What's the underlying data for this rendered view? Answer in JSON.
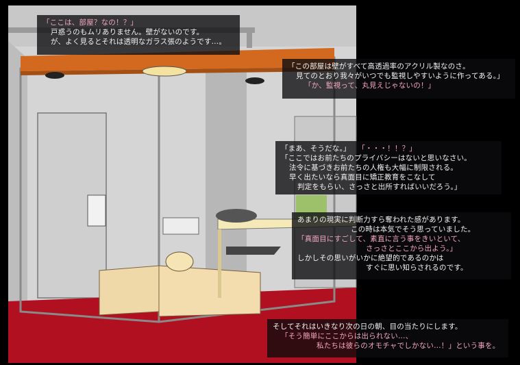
{
  "colors": {
    "speech_text": "#f3a7bd",
    "narration_text": "#f2f2f2",
    "panel_bg": "#0c0c0e",
    "carpet": "#b0101f",
    "wall": "#d8d8d8",
    "ceiling_frame": "#d2691e"
  },
  "panel1": {
    "line1": "「ここは、部屋？なの！？」",
    "line2": "戸惑うのもムリありません。壁がないのです。",
    "line3": "が、よく見るとそれは透明なガラス張のようです…。"
  },
  "panel2": {
    "line1": "「この部屋は壁がすべて高透過率のアクリル製なのさ。",
    "line2": "見てのとおり我々がいつでも監視しやすいように作ってある。」",
    "line3": "「か、監視って、丸見えじゃないの！」"
  },
  "panel3": {
    "line1a": "「まあ、そうだな。」",
    "line1b": "「・・・！！？」",
    "line2": "「ここではお前たちのプライバシーはないと思いなさい。",
    "line3": "法令に基づきお前たちの人権も大幅に制限される。",
    "line4": "早く出たいなら真面目に矯正教育をこなして",
    "line5": "判定をもらい、さっさと出所すればいいだろう。」"
  },
  "panel4": {
    "line1": "あまりの現実に判断力すら奪われた感があります。",
    "line2": "この時は本気でそう思っていました。",
    "line3": "「真面目にすごして、素直に言う事をきいといて、",
    "line4": "さっさとここから出よう。」",
    "line5": "しかしその思いがいかに絶望的であるのかは",
    "line6": "すぐに思い知らされるのです。"
  },
  "panel5": {
    "line1": "そしてそれはいきなり次の日の朝、目の当たりにします。",
    "line2": "「そう簡単にここからは出られない…、",
    "line3": "私たちは彼らのオモチャでしかない…！」という事を。"
  }
}
